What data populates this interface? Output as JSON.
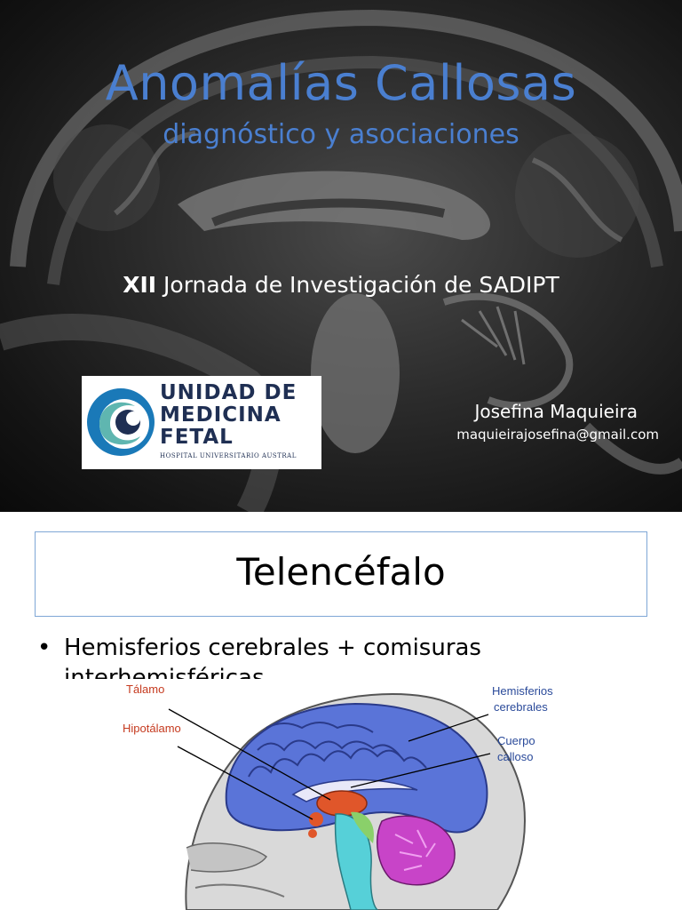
{
  "slide1": {
    "title": "Anomalías Callosas",
    "subtitle": "diagnóstico y asociaciones",
    "jornada_bold": "XII",
    "jornada_rest": " Jornada de Investigación de SADIPT",
    "logo": {
      "line1": "UNIDAD DE",
      "line2": "MEDICINA",
      "line3": "FETAL",
      "line4": "HOSPITAL UNIVERSITARIO AUSTRAL"
    },
    "presenter": "Josefina Maquieira",
    "email": "maquieirajosefina@gmail.com",
    "colors": {
      "title": "#4a7fd0",
      "logo_text": "#1f2f53"
    }
  },
  "slide2": {
    "title": "Telencéfalo",
    "bullet_symbol": "•",
    "bullet_text": "Hemisferios cerebrales + comisuras interhemisféricas",
    "labels": {
      "talamo": "Tálamo",
      "hipotalamo": "Hipotálamo",
      "hemisferios_1": "Hemisferios",
      "hemisferios_2": "cerebrales",
      "cuerpo_1": "Cuerpo",
      "cuerpo_2": "calloso"
    },
    "colors": {
      "red_label": "#c53a1f",
      "blue_label": "#2a4a9a",
      "box_border": "#7fa7d6"
    }
  }
}
